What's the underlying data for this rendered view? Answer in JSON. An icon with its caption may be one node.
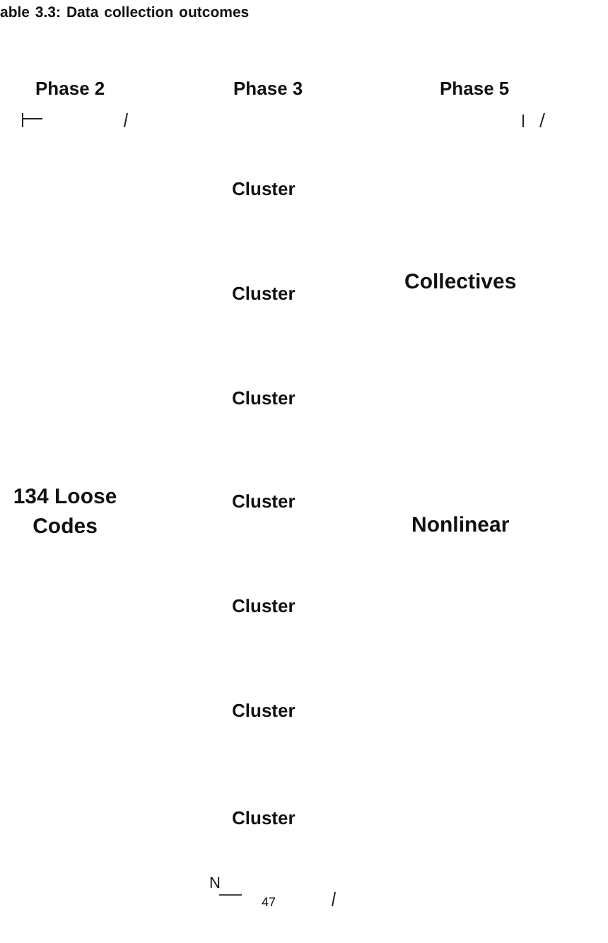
{
  "diagram": {
    "title": "able 3.3: Data collection outcomes",
    "labels": [
      "Phase 2",
      "Phase 3",
      "Phase 5",
      "Cluster",
      "Cluster",
      "Collectives",
      "Cluster",
      "134 Loose Codes",
      "Cluster",
      "Nonlinear",
      "Cluster",
      "Cluster",
      "Cluster",
      "N",
      "47"
    ]
  }
}
